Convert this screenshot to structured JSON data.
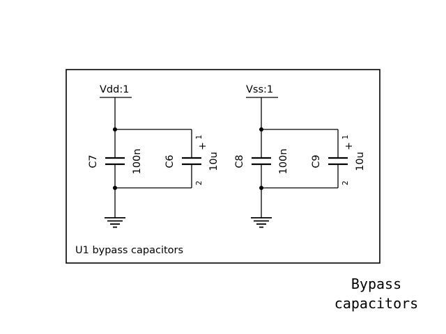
{
  "colors": {
    "background": "#ffffff",
    "ink": "#000000"
  },
  "net_labels": {
    "vdd": "Vdd:1",
    "vss": "Vss:1"
  },
  "capacitors": {
    "c7": {
      "ref": "C7",
      "value": "100n"
    },
    "c6": {
      "ref": "C6",
      "value": "10u",
      "polarity": "+",
      "pin_top": "1",
      "pin_bottom": "2"
    },
    "c8": {
      "ref": "C8",
      "value": "100n"
    },
    "c9": {
      "ref": "C9",
      "value": "10u",
      "polarity": "+",
      "pin_top": "1",
      "pin_bottom": "2"
    }
  },
  "caption": "U1 bypass capacitors",
  "title_block": {
    "line1": "Bypass",
    "line2": "capacitors"
  }
}
